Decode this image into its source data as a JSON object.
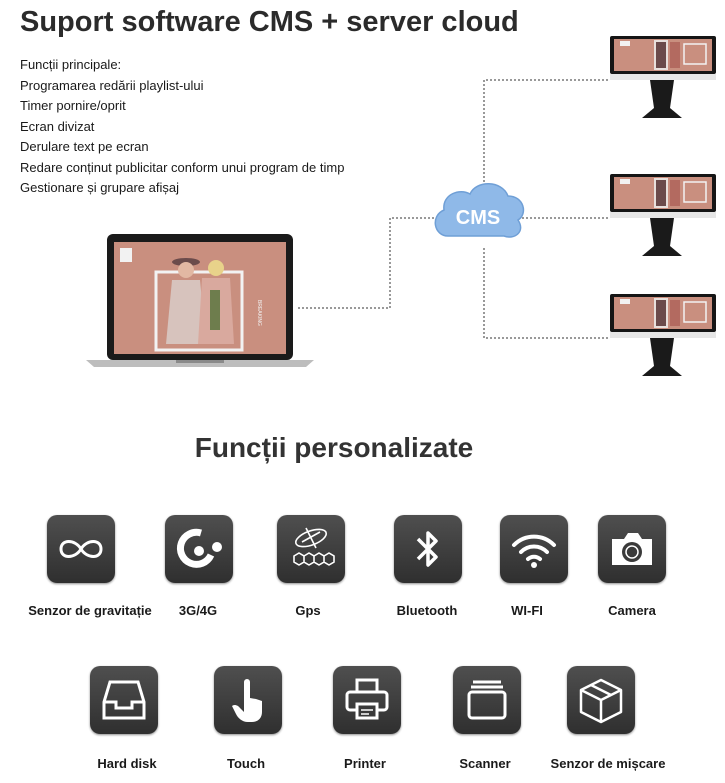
{
  "header": {
    "title": "Suport software CMS + server cloud",
    "features_heading": "Funcții principale:",
    "features": [
      "Programarea redării playlist-ului",
      "Timer pornire/oprit",
      "Ecran divizat",
      "Derulare text pe ecran",
      "Redare conținut publicitar conform unui program de timp",
      "Gestionare și grupare afișaj"
    ]
  },
  "diagram": {
    "cloud_label": "CMS",
    "accent_color": "#8fb9e8",
    "screen_color": "#c98f7f",
    "laptop_brand_mark": "BREAKING",
    "kiosk_count": 3
  },
  "custom": {
    "title": "Funcții personalizate",
    "row1": [
      {
        "label": "Senzor de gravitație",
        "icon": "infinity-icon"
      },
      {
        "label": "3G/4G",
        "icon": "cellular-icon"
      },
      {
        "label": "Gps",
        "icon": "gps-satellite-icon"
      },
      {
        "label": "Bluetooth",
        "icon": "bluetooth-icon"
      },
      {
        "label": "WI-FI",
        "icon": "wifi-icon"
      },
      {
        "label": "Camera",
        "icon": "camera-icon"
      }
    ],
    "row2": [
      {
        "label": "Hard disk",
        "icon": "hard-disk-icon"
      },
      {
        "label": "Touch",
        "icon": "touch-hand-icon"
      },
      {
        "label": "Printer",
        "icon": "printer-icon"
      },
      {
        "label": "Scanner",
        "icon": "scanner-icon"
      },
      {
        "label": "Senzor de mișcare",
        "icon": "cube-box-icon"
      }
    ]
  }
}
